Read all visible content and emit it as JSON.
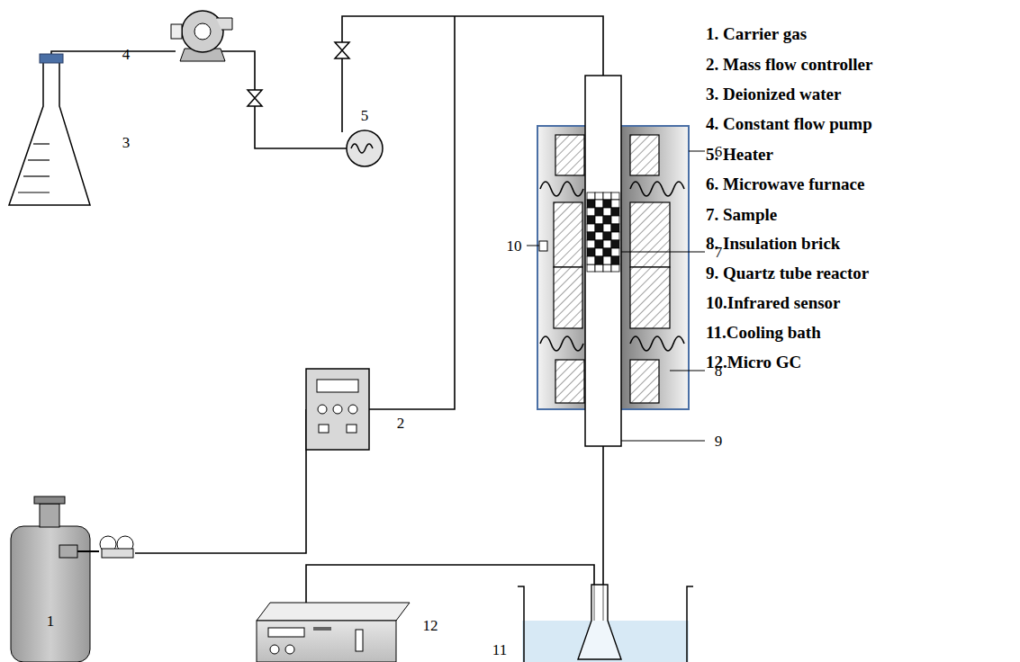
{
  "diagram": {
    "labels": [
      "1. Carrier gas",
      "2. Mass flow controller",
      "3. Deionized water",
      "4. Constant flow pump",
      "5. Heater",
      "6. Microwave furnace",
      "7. Sample",
      "8. Insulation brick",
      "9. Quartz tube reactor",
      "10.Infrared sensor",
      "11.Cooling bath",
      "12.Micro GC",
      "4",
      "5",
      "3",
      "1",
      "2",
      "12",
      "11",
      "10",
      "6",
      "7",
      "8",
      "9"
    ]
  }
}
